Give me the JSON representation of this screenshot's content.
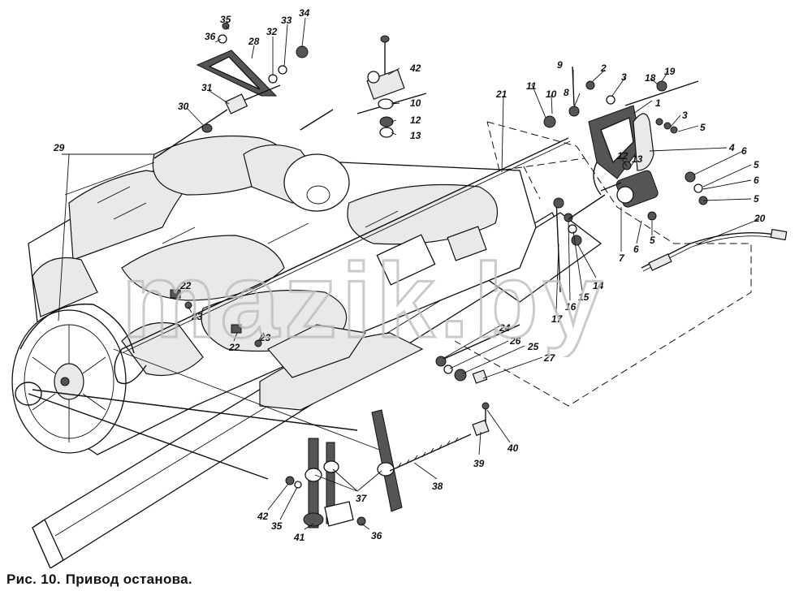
{
  "caption": {
    "prefix": "Рис. 10.",
    "title": "Привод останова."
  },
  "watermark": {
    "text": "mazik.by"
  },
  "callouts": [
    {
      "id": "c35a",
      "label": "35"
    },
    {
      "id": "c36a",
      "label": "36"
    },
    {
      "id": "c28",
      "label": "28"
    },
    {
      "id": "c32",
      "label": "32"
    },
    {
      "id": "c33",
      "label": "33"
    },
    {
      "id": "c34",
      "label": "34"
    },
    {
      "id": "c31",
      "label": "31"
    },
    {
      "id": "c30",
      "label": "30"
    },
    {
      "id": "c29",
      "label": "29"
    },
    {
      "id": "c42a",
      "label": "42"
    },
    {
      "id": "c10a",
      "label": "10"
    },
    {
      "id": "c12a",
      "label": "12"
    },
    {
      "id": "c13a",
      "label": "13"
    },
    {
      "id": "c21",
      "label": "21"
    },
    {
      "id": "c11",
      "label": "11"
    },
    {
      "id": "c10b",
      "label": "10"
    },
    {
      "id": "c9",
      "label": "9"
    },
    {
      "id": "c8",
      "label": "8"
    },
    {
      "id": "c2",
      "label": "2"
    },
    {
      "id": "c3a",
      "label": "3"
    },
    {
      "id": "c18",
      "label": "18"
    },
    {
      "id": "c19",
      "label": "19"
    },
    {
      "id": "c1",
      "label": "1"
    },
    {
      "id": "c3b",
      "label": "3"
    },
    {
      "id": "c5a",
      "label": "5"
    },
    {
      "id": "c4",
      "label": "4"
    },
    {
      "id": "c12b",
      "label": "12"
    },
    {
      "id": "c13b",
      "label": "13"
    },
    {
      "id": "c6a",
      "label": "6"
    },
    {
      "id": "c5b",
      "label": "5"
    },
    {
      "id": "c6b",
      "label": "6"
    },
    {
      "id": "c5c",
      "label": "5"
    },
    {
      "id": "c20",
      "label": "20"
    },
    {
      "id": "c7",
      "label": "7"
    },
    {
      "id": "c6c",
      "label": "6"
    },
    {
      "id": "c5d",
      "label": "5"
    },
    {
      "id": "c14",
      "label": "14"
    },
    {
      "id": "c15",
      "label": "15"
    },
    {
      "id": "c16",
      "label": "16"
    },
    {
      "id": "c17",
      "label": "17"
    },
    {
      "id": "c22a",
      "label": "22"
    },
    {
      "id": "c23a",
      "label": "23"
    },
    {
      "id": "c22b",
      "label": "22"
    },
    {
      "id": "c23b",
      "label": "23"
    },
    {
      "id": "c24",
      "label": "24"
    },
    {
      "id": "c26",
      "label": "26"
    },
    {
      "id": "c25",
      "label": "25"
    },
    {
      "id": "c27",
      "label": "27"
    },
    {
      "id": "c40",
      "label": "40"
    },
    {
      "id": "c39",
      "label": "39"
    },
    {
      "id": "c38",
      "label": "38"
    },
    {
      "id": "c37",
      "label": "37"
    },
    {
      "id": "c42b",
      "label": "42"
    },
    {
      "id": "c35b",
      "label": "35"
    },
    {
      "id": "c41",
      "label": "41"
    },
    {
      "id": "c36b",
      "label": "36"
    }
  ]
}
